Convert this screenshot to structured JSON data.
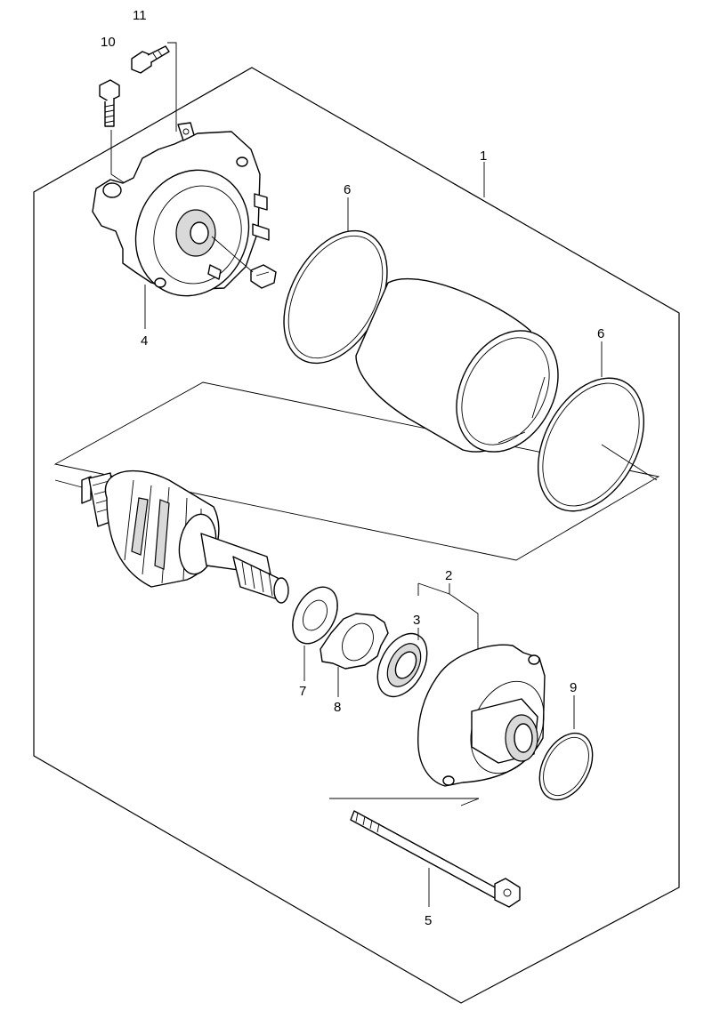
{
  "diagram": {
    "callouts": {
      "c1": "1",
      "c2": "2",
      "c3": "3",
      "c4": "4",
      "c5": "5",
      "c6a": "6",
      "c6b": "6",
      "c7": "7",
      "c8": "8",
      "c9": "9",
      "c10": "10",
      "c11": "11"
    }
  }
}
